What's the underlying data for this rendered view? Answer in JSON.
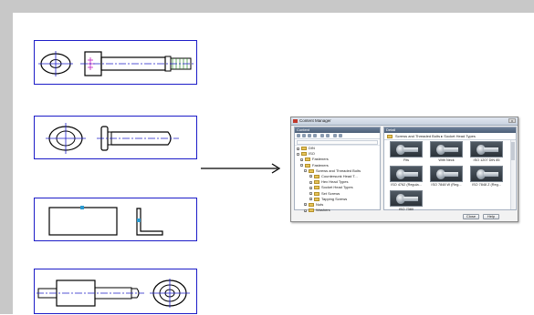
{
  "window": {
    "title": "Content Manager",
    "close_glyph": "x"
  },
  "panels": {
    "left_header": "Content",
    "right_header": "Detail"
  },
  "breadcrumb": "Screws and Threaded Bolts  ▸  Socket Head Types",
  "tree": [
    {
      "label": "DIN",
      "expand": "+"
    },
    {
      "label": "ISO",
      "expand": "-"
    },
    {
      "label": "Fasteners",
      "expand": "+"
    },
    {
      "label": "Fasteners",
      "expand": "-"
    },
    {
      "label": "Screws and Threaded Bolts",
      "expand": "-"
    },
    {
      "label": "Countersunk Head T...",
      "expand": "+"
    },
    {
      "label": "Hex Head Types",
      "expand": "+"
    },
    {
      "label": "Socket Head Types",
      "expand": "+"
    },
    {
      "label": "Set Screws",
      "expand": "+"
    },
    {
      "label": "Tapping Screws",
      "expand": "+"
    },
    {
      "label": "Nuts",
      "expand": "+"
    },
    {
      "label": "Washers",
      "expand": "+"
    }
  ],
  "thumbnails": [
    {
      "caption": "Fits"
    },
    {
      "caption": "With Neck"
    },
    {
      "caption": "ISO 1207 DIN 85"
    },
    {
      "caption": "ISO 4762 (Regula..."
    },
    {
      "caption": "ISO 7848 W (Reg..."
    },
    {
      "caption": "ISO 7848 Z (Reg..."
    },
    {
      "caption": "ISO 7380"
    }
  ],
  "buttons": {
    "close": "Close",
    "help": "Help"
  },
  "icons": {
    "app": "content-manager-icon",
    "folder": "folder-icon",
    "arrow": "right-arrow-icon"
  },
  "colors": {
    "frame": "#c8c8c8",
    "box_border": "#1c1cc8",
    "drawing_line": "#000000",
    "center_line": "#1c1cc8",
    "highlight": "#c020c0"
  }
}
